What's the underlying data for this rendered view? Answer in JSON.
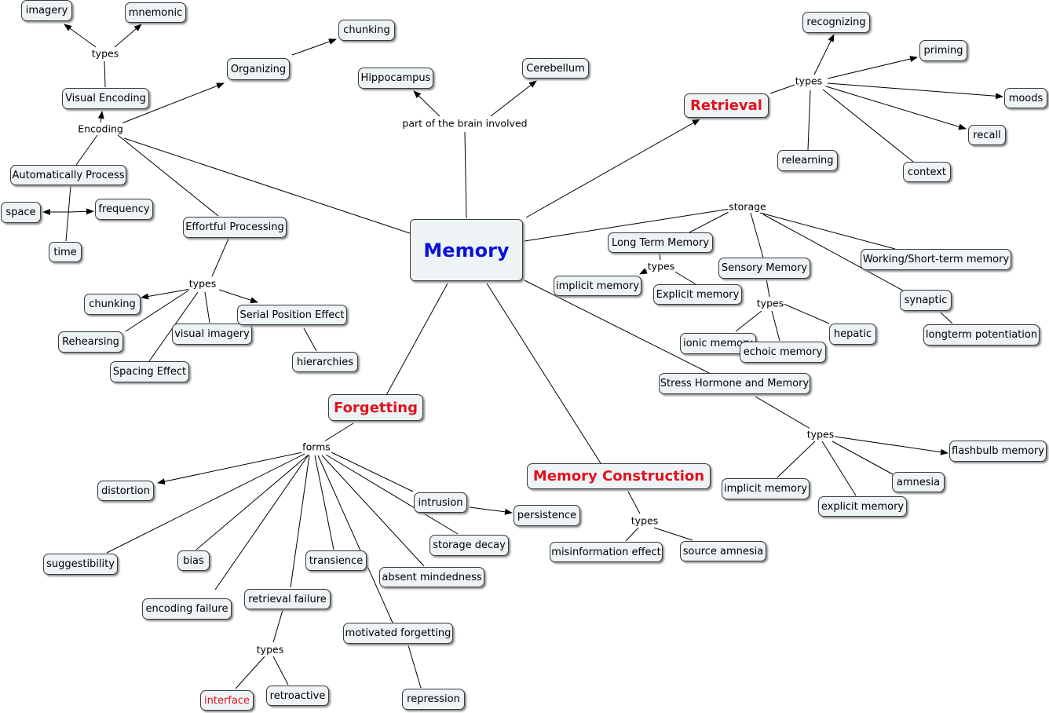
{
  "nodes": {
    "memory": "Memory",
    "retrieval": "Retrieval",
    "forgetting": "Forgetting",
    "memory_construction": "Memory Construction",
    "imagery": "imagery",
    "mnemonic": "mnemonic",
    "visual_encoding": "Visual Encoding",
    "organizing": "Organizing",
    "chunking_org": "chunking",
    "hippocampus": "Hippocampus",
    "cerebellum": "Cerebellum",
    "automatically_process": "Automatically Process",
    "space": "space",
    "frequency": "frequency",
    "time": "time",
    "effortful_processing": "Effortful Processing",
    "chunking_eff": "chunking",
    "rehearsing": "Rehearsing",
    "visual_imagery": "visual imagery",
    "serial_position_effect": "Serial Position Effect",
    "spacing_effect": "Spacing Effect",
    "hierarchies": "hierarchies",
    "recognizing": "recognizing",
    "priming": "priming",
    "moods": "moods",
    "recall": "recall",
    "relearning": "relearning",
    "context": "context",
    "long_term_memory": "Long Term Memory",
    "implicit_memory_ltm": "implicit memory",
    "explicit_memory_ltm": "Explicit memory",
    "sensory_memory": "Sensory Memory",
    "working_memory": "Working/Short-term memory",
    "synaptic": "synaptic",
    "longterm_potentiation": "longterm potentiation",
    "ionic_memory": "ionic memory",
    "echoic_memory": "echoic memory",
    "hepatic": "hepatic",
    "stress_hormone": "Stress Hormone and Memory",
    "flashbulb_memory": "flashbulb memory",
    "implicit_memory_stress": "implicit memory",
    "amnesia": "amnesia",
    "explicit_memory_stress": "explicit memory",
    "misinformation_effect": "misinformation effect",
    "source_amnesia": "source amnesia",
    "distortion": "distortion",
    "intrusion": "intrusion",
    "persistence": "persistence",
    "storage_decay": "storage decay",
    "suggestibility": "suggestibility",
    "bias": "bias",
    "transience": "transience",
    "absent_mindedness": "absent mindedness",
    "encoding_failure": "encoding failure",
    "retrieval_failure": "retrieval failure",
    "motivated_forgetting": "motivated forgetting",
    "interface": "interface",
    "retroactive": "retroactive",
    "repression": "repression"
  },
  "labels": {
    "encoding": "Encoding",
    "types_encoding": "types",
    "part_of_brain": "part of the brain involved",
    "types_effortful": "types",
    "types_retrieval": "types",
    "storage": "storage",
    "types_ltm": "types",
    "types_sensory": "types",
    "types_stress": "types",
    "types_construction": "types",
    "forms": "forms",
    "types_retrieval_failure": "types"
  },
  "colors": {
    "node_fill": "#eef3f6",
    "node_border": "#3a3a3a",
    "center_text": "#0b12d8",
    "major_text": "#e0121e",
    "line": "#000000"
  }
}
